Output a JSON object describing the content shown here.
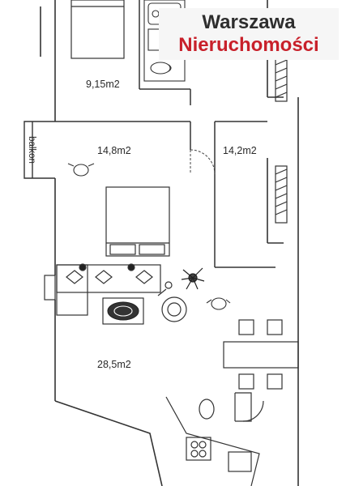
{
  "plan": {
    "rooms": [
      {
        "id": "bedroom-small",
        "area": "9,15m2"
      },
      {
        "id": "bedroom",
        "area": "14,8m2"
      },
      {
        "id": "hall",
        "area": "14,2m2"
      },
      {
        "id": "living",
        "area": "28,5m2"
      }
    ],
    "balcony_label": "balkon"
  },
  "logo": {
    "line1": "Warszawa",
    "line2": "Nieruchomości",
    "colors": {
      "line1": "#2e2e2e",
      "line2": "#c8202a"
    }
  }
}
